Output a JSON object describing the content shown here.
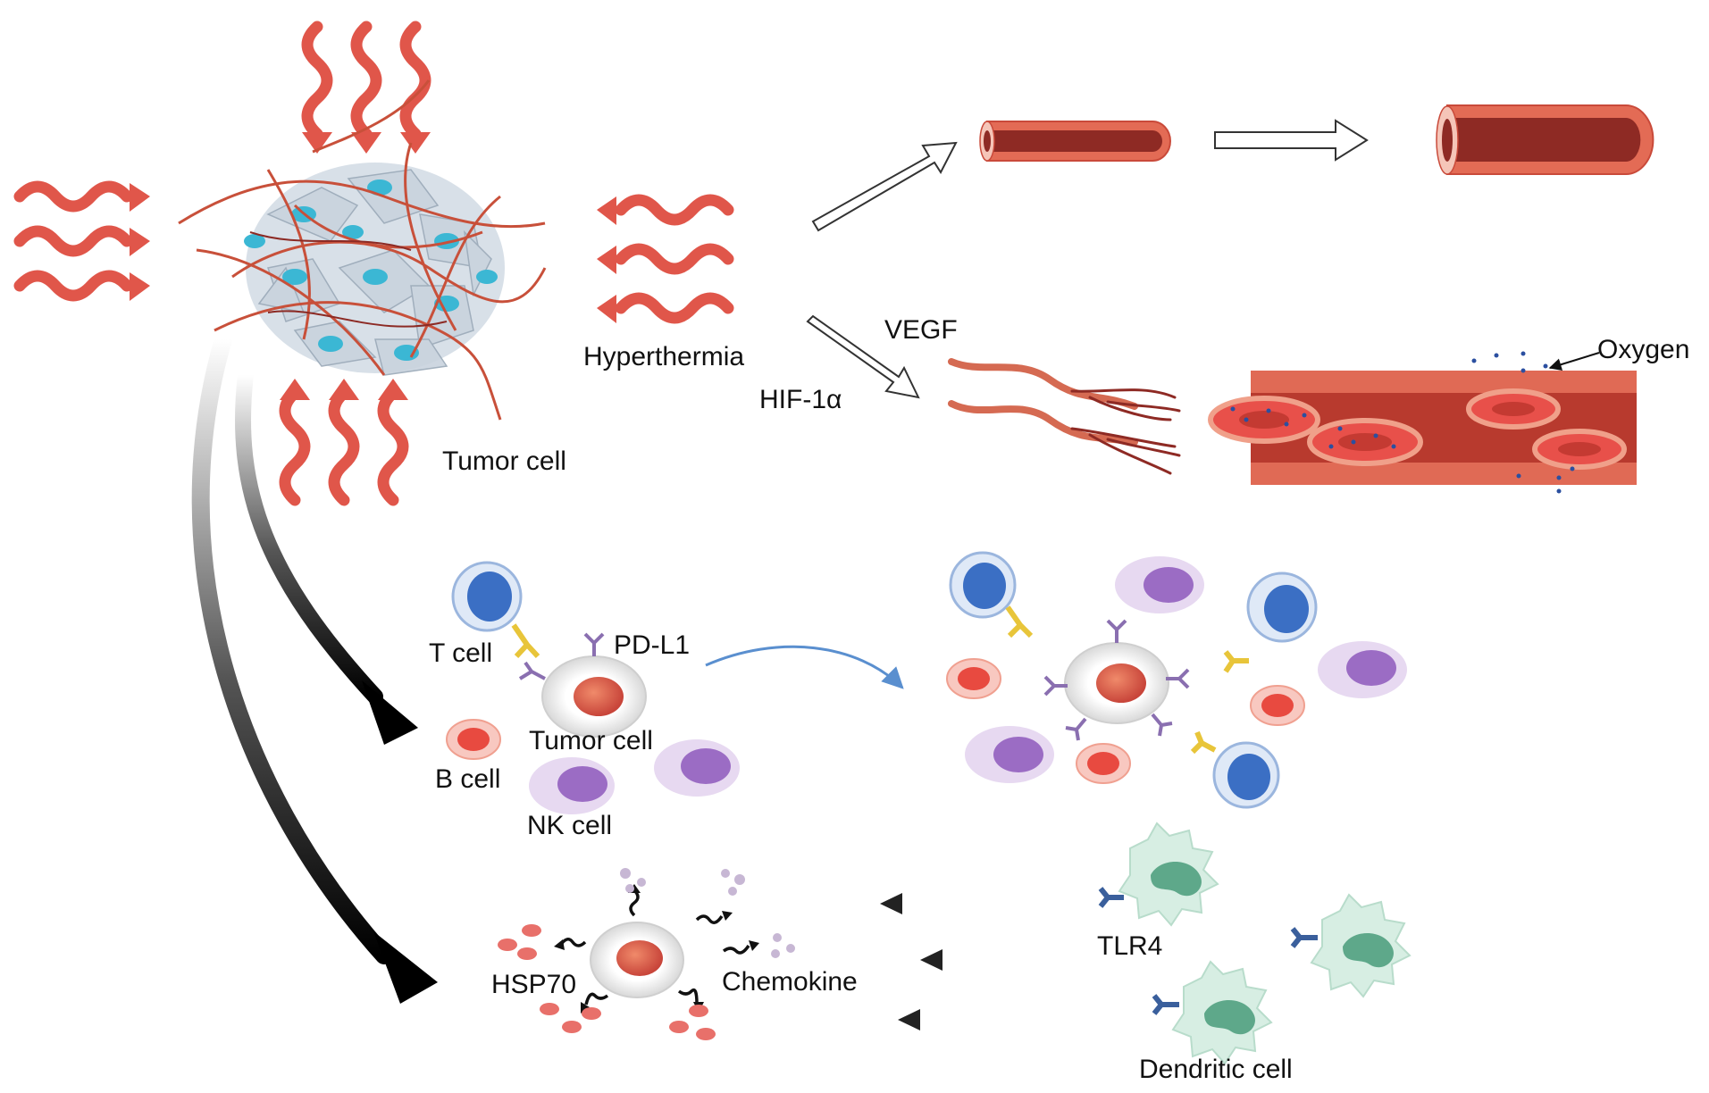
{
  "labels": {
    "tumor_cell_top": "Tumor cell",
    "hyperthermia": "Hyperthermia",
    "vegf": "VEGF",
    "hif": "HIF-1α",
    "oxygen": "Oxygen",
    "t_cell": "T cell",
    "pd_l1": "PD-L1",
    "tumor_cell_mid": "Tumor cell",
    "b_cell": "B cell",
    "nk_cell": "NK cell",
    "hsp70": "HSP70",
    "chemokine": "Chemokine",
    "tlr4": "TLR4",
    "dendritic_cell": "Dendritic cell"
  },
  "colors": {
    "heat_wave": "#e0564a",
    "vessel_outer": "#e06a55",
    "vessel_inner": "#a8302a",
    "rbc": "#e8504a",
    "t_cell": "#3b6fc4",
    "nk_cell": "#9b6cc4",
    "b_cell": "#e84a40",
    "dendritic": "#5ea88a",
    "receptor": "#8a6fb0",
    "antibody": "#e8c53a",
    "tlr4": "#3a5f9c",
    "oxygen_dot": "#2b4fa0",
    "tumor_nucleus": "#3bb7d4"
  },
  "icons": [
    "heat-wave-icon",
    "tumor-spheroid-icon",
    "blood-vessel-icon",
    "hollow-arrow-icon",
    "capillary-icon",
    "t-cell-icon",
    "b-cell-icon",
    "nk-cell-icon",
    "tumor-cell-icon",
    "dendritic-cell-icon",
    "antibody-icon",
    "receptor-icon"
  ]
}
